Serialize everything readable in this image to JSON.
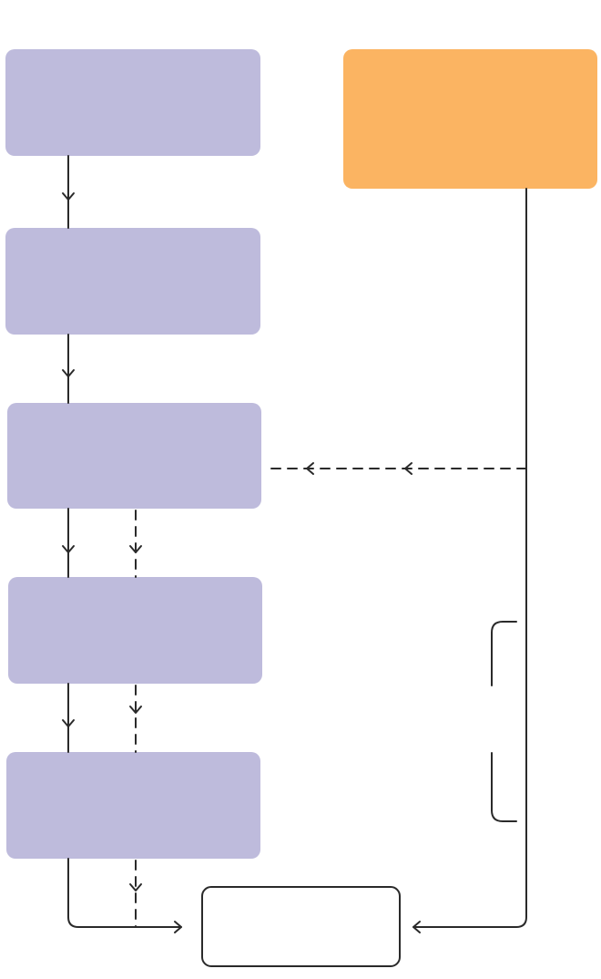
{
  "colors": {
    "step_fill": "#bebbdc",
    "source_fill": "#fbb462",
    "output_fill": "#ffffff",
    "line": "#2a2a2a",
    "background": "#ffffff"
  },
  "nodes": [
    {
      "id": "step-1",
      "label": ""
    },
    {
      "id": "step-2",
      "label": ""
    },
    {
      "id": "step-3",
      "label": ""
    },
    {
      "id": "step-4",
      "label": ""
    },
    {
      "id": "step-5",
      "label": ""
    },
    {
      "id": "source",
      "label": ""
    },
    {
      "id": "output",
      "label": ""
    }
  ],
  "edges": [
    {
      "from": "step-1",
      "to": "step-2",
      "style": "solid"
    },
    {
      "from": "step-2",
      "to": "step-3",
      "style": "solid"
    },
    {
      "from": "step-3",
      "to": "step-4",
      "style": "solid"
    },
    {
      "from": "step-3",
      "to": "step-4",
      "style": "dashed"
    },
    {
      "from": "step-4",
      "to": "step-5",
      "style": "solid"
    },
    {
      "from": "step-4",
      "to": "step-5",
      "style": "dashed"
    },
    {
      "from": "step-5",
      "to": "output",
      "style": "solid"
    },
    {
      "from": "step-5",
      "to": "output",
      "style": "dashed"
    },
    {
      "from": "source",
      "to": "output",
      "style": "solid"
    },
    {
      "from": "source",
      "to": "step-3",
      "style": "dashed"
    }
  ]
}
